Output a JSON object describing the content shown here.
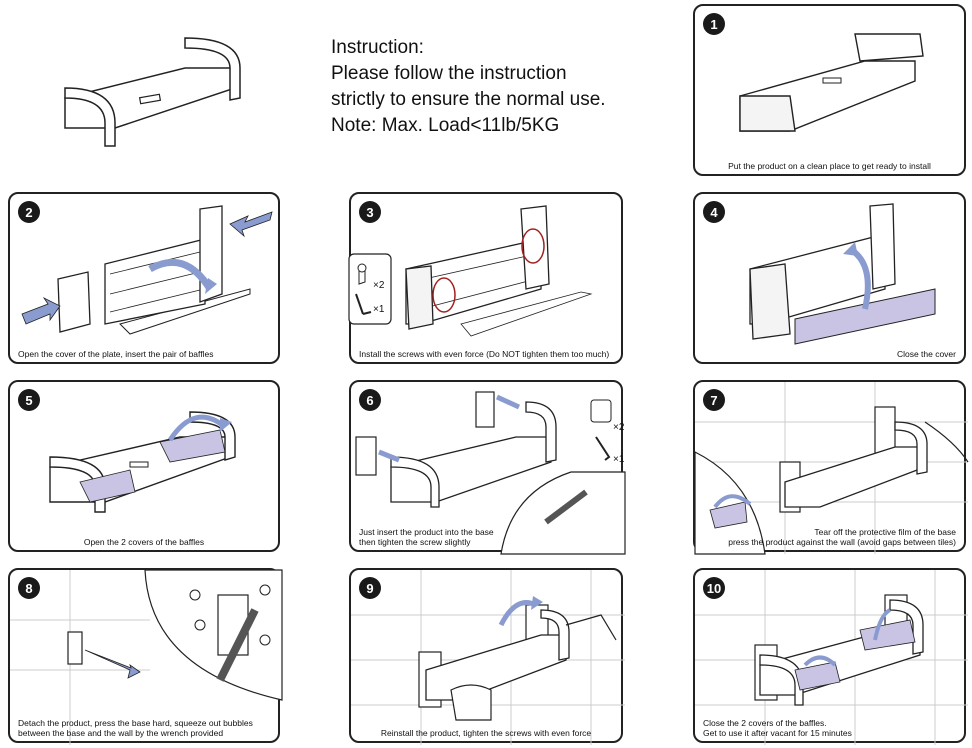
{
  "header": {
    "lines": [
      "Instruction:",
      "Please follow the instruction",
      "strictly to ensure the normal use.",
      "Note: Max. Load<11lb/5KG"
    ]
  },
  "steps": [
    {
      "number": "1",
      "caption": [
        "Put the product on a clean place to get ready to install"
      ]
    },
    {
      "number": "2",
      "caption": [
        "Open the cover of the plate, insert the pair of baffles"
      ]
    },
    {
      "number": "3",
      "caption": [
        "Install the screws with even force (Do NOT tighten them too much)"
      ],
      "parts": [
        {
          "qty": "×2"
        },
        {
          "qty": "×1"
        }
      ]
    },
    {
      "number": "4",
      "caption": [
        "Close the cover"
      ]
    },
    {
      "number": "5",
      "caption": [
        "Open the 2 covers of the baffles"
      ]
    },
    {
      "number": "6",
      "caption": [
        "Just insert the product into the base",
        "then tighten the screw slightly"
      ],
      "parts": [
        {
          "qty": "×2"
        },
        {
          "qty": "×1"
        }
      ]
    },
    {
      "number": "7",
      "caption": [
        "Tear off the protective film of the base",
        "press the product against the wall (avoid gaps between tiles)"
      ]
    },
    {
      "number": "8",
      "caption": [
        "Detach the product, press the base hard, squeeze out bubbles",
        "between the base and the wall by the wrench provided"
      ]
    },
    {
      "number": "9",
      "caption": [
        "Reinstall the product, tighten the screws with even force"
      ]
    },
    {
      "number": "10",
      "caption": [
        "Close the 2 covers of the baffles.",
        "Get to use it after vacant for 15 minutes"
      ]
    }
  ],
  "colors": {
    "outline": "#222222",
    "arrow_fill": "#8a9bd0",
    "shade": "#c9c4e3",
    "highlight_circle": "#a02020",
    "badge": "#1a1a1a",
    "tile_line": "#cccccc"
  }
}
